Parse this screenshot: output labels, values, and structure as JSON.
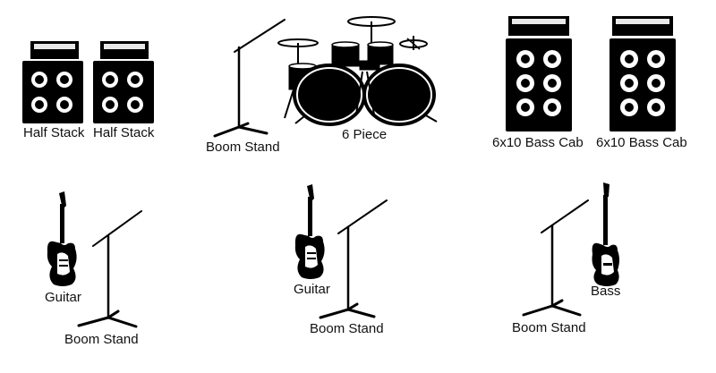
{
  "stage": {
    "amps": [
      {
        "id": "half-stack-left",
        "label": "Half Stack"
      },
      {
        "id": "half-stack-right",
        "label": "Half Stack"
      },
      {
        "id": "bass-cab-left",
        "label": "6x10 Bass Cab"
      },
      {
        "id": "bass-cab-right",
        "label": "6x10 Bass Cab"
      }
    ],
    "drums": {
      "label": "6 Piece"
    },
    "stands": [
      {
        "id": "boom-stand-drums",
        "label": "Boom Stand"
      },
      {
        "id": "boom-stand-guitar-left",
        "label": "Boom Stand"
      },
      {
        "id": "boom-stand-guitar-center",
        "label": "Boom Stand"
      },
      {
        "id": "boom-stand-bass",
        "label": "Boom Stand"
      }
    ],
    "instruments": [
      {
        "id": "guitar-left",
        "label": "Guitar"
      },
      {
        "id": "guitar-center",
        "label": "Guitar"
      },
      {
        "id": "bass",
        "label": "Bass"
      }
    ]
  },
  "colors": {
    "ink": "#000000",
    "paper": "#ffffff",
    "panel": "#e8e8e8"
  }
}
